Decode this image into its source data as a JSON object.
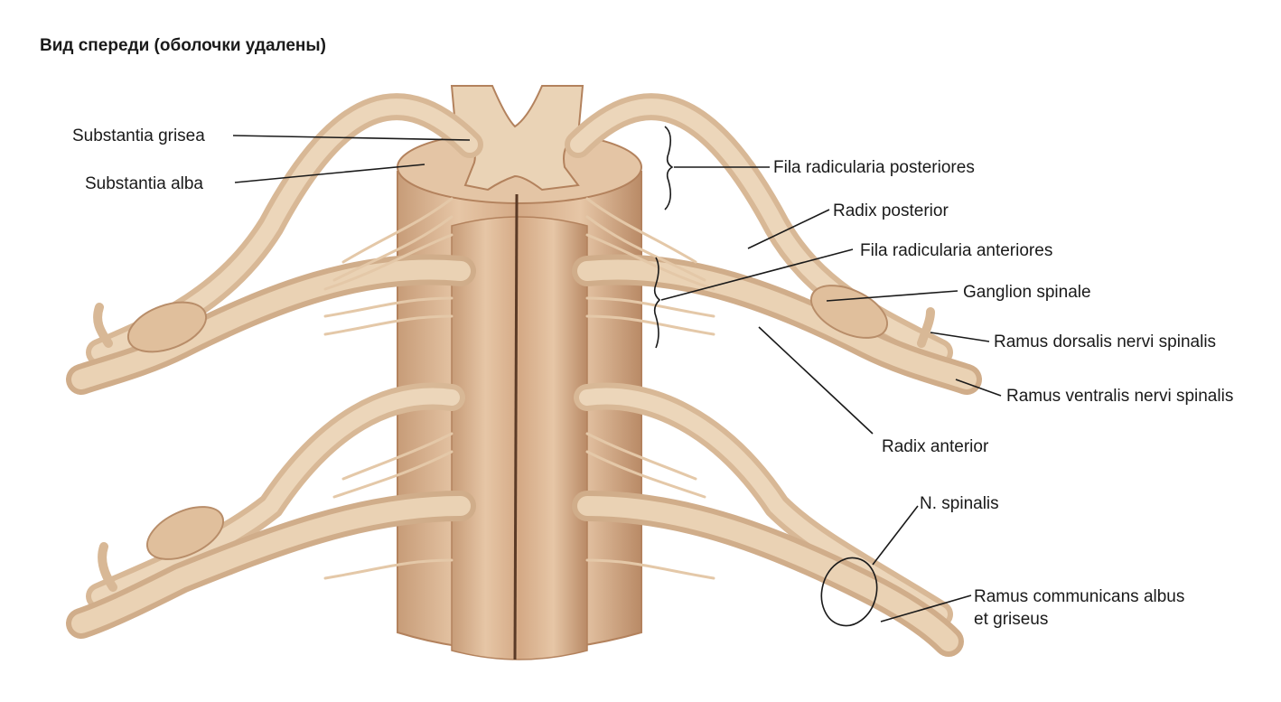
{
  "title": "Вид спереди (оболочки удалены)",
  "labels": {
    "substantia_grisea": "Substantia grisea",
    "substantia_alba": "Substantia alba",
    "fila_posteriores": "Fila radicularia posteriores",
    "radix_posterior": "Radix posterior",
    "fila_anteriores": "Fila radicularia anteriores",
    "ganglion_spinale": "Ganglion spinale",
    "ramus_dorsalis": "Ramus dorsalis nervi spinalis",
    "ramus_ventralis": "Ramus ventralis nervi spinalis",
    "radix_anterior": "Radix anterior",
    "n_spinalis": "N. spinalis",
    "ramus_communicans_1": "Ramus communicans albus",
    "ramus_communicans_2": "et griseus"
  },
  "colors": {
    "nerve": "#e2c5a3",
    "nerve_shadow": "#b88d69",
    "cord": "#dcb594",
    "cord_dark": "#b6845f",
    "grey_matter": "#e8cfb2",
    "line": "#1a1a1a"
  }
}
